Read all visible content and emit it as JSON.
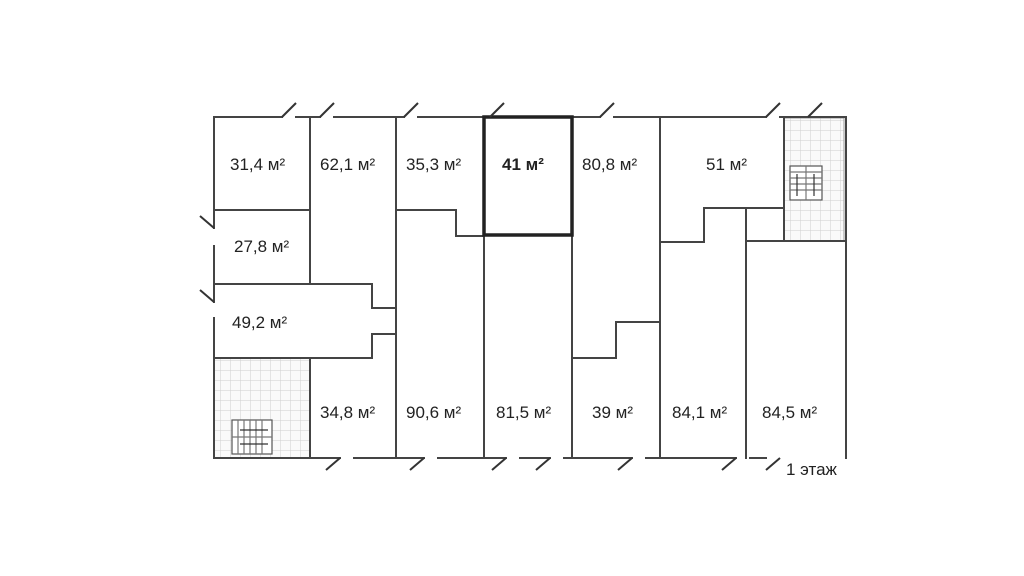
{
  "floor_label": "1 этаж",
  "rooms": [
    {
      "id": "r1",
      "label": "31,4 м²",
      "highlighted": false
    },
    {
      "id": "r2",
      "label": "62,1 м²",
      "highlighted": false
    },
    {
      "id": "r3",
      "label": "35,3 м²",
      "highlighted": false
    },
    {
      "id": "r4",
      "label": "41 м²",
      "highlighted": true
    },
    {
      "id": "r5",
      "label": "80,8 м²",
      "highlighted": false
    },
    {
      "id": "r6",
      "label": "51 м²",
      "highlighted": false
    },
    {
      "id": "r7",
      "label": "27,8 м²",
      "highlighted": false
    },
    {
      "id": "r8",
      "label": "49,2 м²",
      "highlighted": false
    },
    {
      "id": "r9",
      "label": "34,8 м²",
      "highlighted": false
    },
    {
      "id": "r10",
      "label": "90,6 м²",
      "highlighted": false
    },
    {
      "id": "r11",
      "label": "81,5 м²",
      "highlighted": false
    },
    {
      "id": "r12",
      "label": "39 м²",
      "highlighted": false
    },
    {
      "id": "r13",
      "label": "84,1 м²",
      "highlighted": false
    },
    {
      "id": "r14",
      "label": "84,5 м²",
      "highlighted": false
    }
  ],
  "colors": {
    "wall": "#444444",
    "highlight": "#222222",
    "stair_grid": "#c8c8c8",
    "text": "#222222"
  }
}
